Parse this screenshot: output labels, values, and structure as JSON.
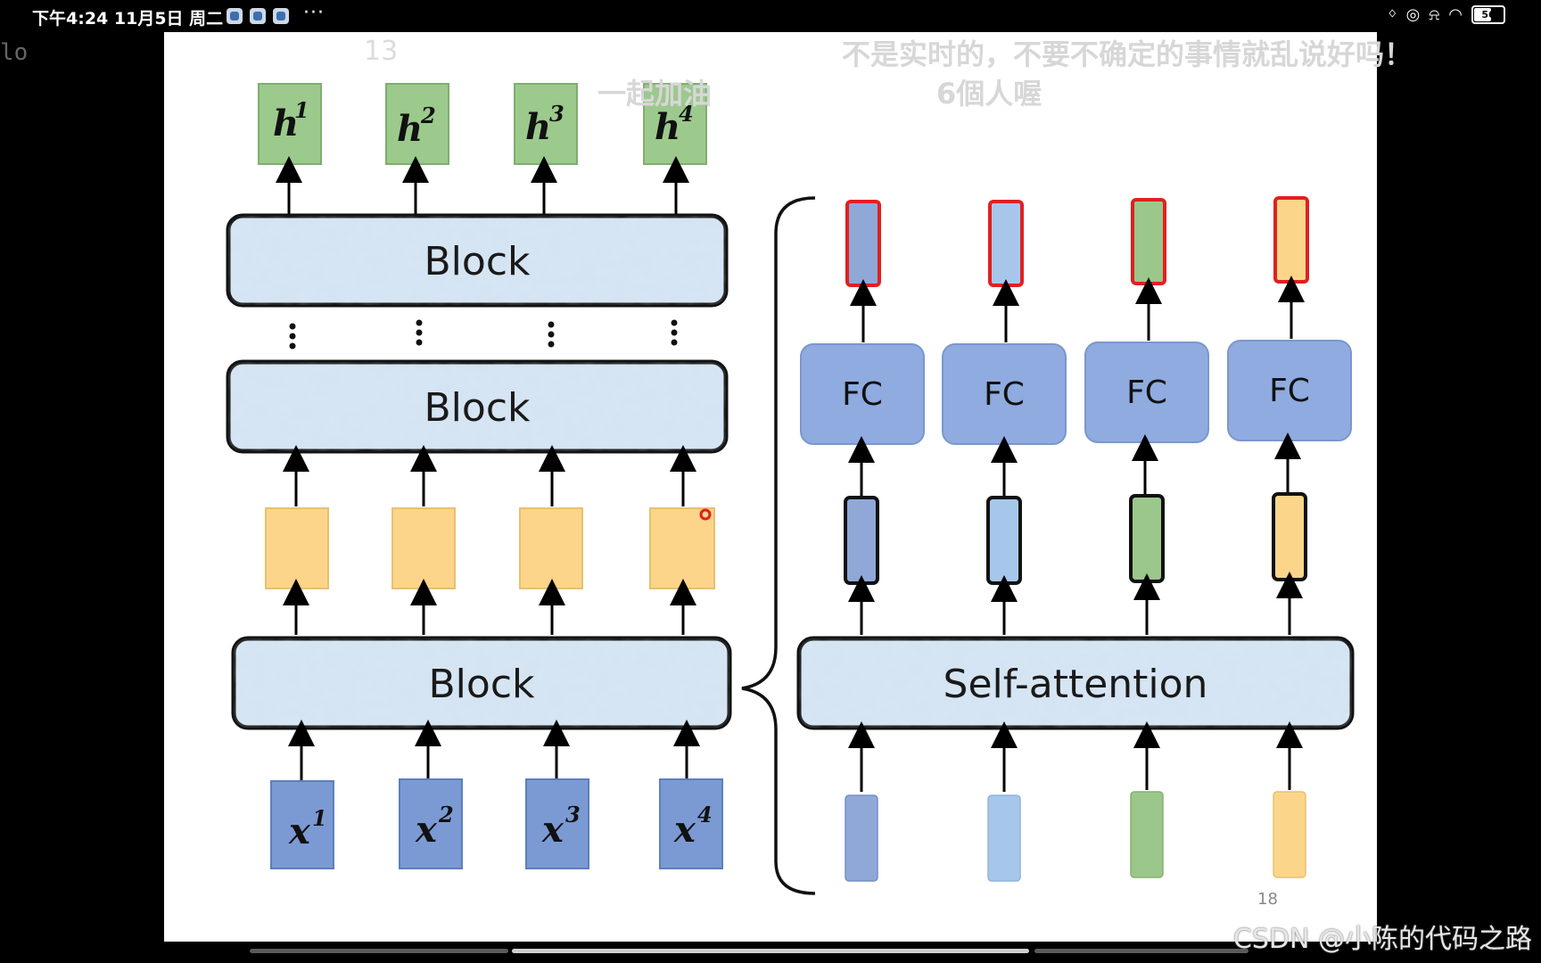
{
  "status_bar": {
    "time": "下午4:24 11月5日 周二",
    "more": "···",
    "battery": "56"
  },
  "ghost_text": "lo",
  "danmaku": {
    "top_number": "13",
    "line1": "一起加油",
    "line2": "不是实时的，不要不确定的事情就乱说好吗！",
    "line3": "6個人喔"
  },
  "diagram": {
    "outputs": [
      "h",
      "h",
      "h",
      "h"
    ],
    "output_superscripts": [
      "1",
      "2",
      "3",
      "4"
    ],
    "inputs": [
      "x",
      "x",
      "x",
      "x"
    ],
    "input_superscripts": [
      "1",
      "2",
      "3",
      "4"
    ],
    "block_label_top": "Block",
    "block_label_mid": "Block",
    "block_label_bottom": "Block",
    "self_attention_label": "Self-attention",
    "fc_labels": [
      "FC",
      "FC",
      "FC",
      "FC"
    ],
    "vector_colors": [
      "#8fa8d8",
      "#a7c7ea",
      "#9cc78a",
      "#fbd68a"
    ],
    "colors": {
      "output_box": "#9cc98c",
      "input_box": "#7b9ad4",
      "yellow_box": "#fcd48a",
      "block_fill": "#d3e3f2",
      "fc_fill": "#8fabdf",
      "red_border": "#e02020"
    }
  },
  "slide_number": "18",
  "watermark": "CSDN @小陈的代码之路"
}
